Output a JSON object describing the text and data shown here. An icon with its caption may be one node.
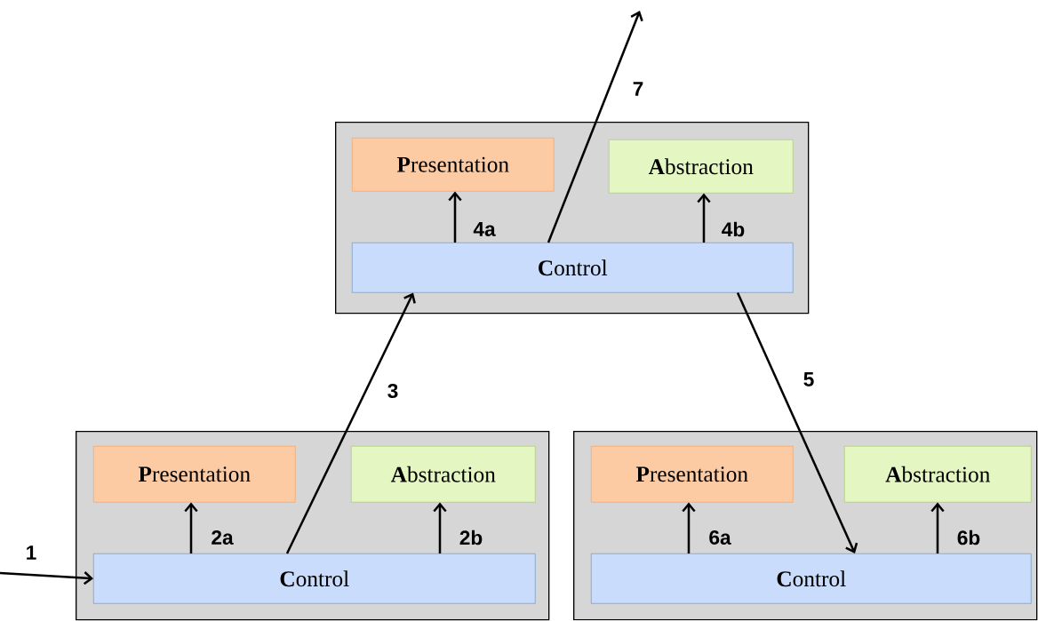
{
  "diagram": {
    "nodes": [
      {
        "text": [],
        "shape": "box"
      },
      {
        "text": [
          "**P**resentation"
        ],
        "in": 0
      },
      {
        "text": [
          "**A**bstraction"
        ],
        "in": 0
      },
      {
        "text": [
          "**C**ontrol"
        ],
        "in": 0
      },
      {
        "text": [],
        "shape": "box"
      },
      {
        "text": [
          "**P**resentation"
        ],
        "in": 4
      },
      {
        "text": [
          "**A**bstraction"
        ],
        "in": 4
      },
      {
        "text": [
          "**C**ontrol"
        ],
        "in": 4
      },
      {
        "text": [],
        "shape": "box"
      },
      {
        "text": [
          "**P**resentation"
        ],
        "in": 8
      },
      {
        "text": [
          "**A**bstraction"
        ],
        "in": 8
      },
      {
        "text": [
          "**C**ontrol"
        ],
        "in": 8
      }
    ],
    "edges": [
      {
        "from": null,
        "to": 7,
        "arrow": "to",
        "label": "1"
      },
      {
        "from": 7,
        "to": 5,
        "arrow": "to",
        "label": "2a"
      },
      {
        "from": 7,
        "to": 6,
        "arrow": "to",
        "label": "2b"
      },
      {
        "from": 7,
        "to": 3,
        "arrow": "to",
        "label": "3"
      },
      {
        "from": 3,
        "to": 1,
        "arrow": "to",
        "label": "4a"
      },
      {
        "from": 3,
        "to": 2,
        "arrow": "to",
        "label": "4b"
      },
      {
        "from": 3,
        "to": 11,
        "arrow": "to",
        "label": "5"
      },
      {
        "from": 11,
        "to": 9,
        "arrow": "to",
        "label": "6a"
      },
      {
        "from": 11,
        "to": 10,
        "arrow": "to",
        "label": "6b"
      },
      {
        "from": 3,
        "to": null,
        "arrow": "to",
        "label": "7"
      }
    ]
  }
}
